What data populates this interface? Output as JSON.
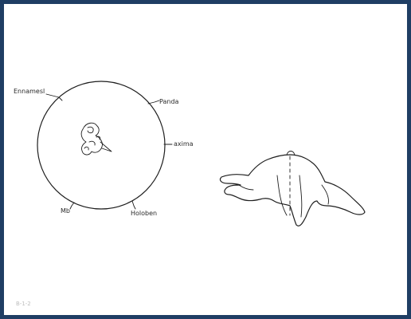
{
  "diagram": {
    "labels": {
      "top_left": "Ennamesl",
      "top_right": "Panda",
      "right": "axima",
      "bottom_left": "Mb",
      "bottom_right": "Holoben"
    },
    "corner_mark": "B-1-2"
  },
  "colors": {
    "frame": "#1f3e64",
    "ink": "#1e1e1e",
    "paper": "#ffffff"
  }
}
